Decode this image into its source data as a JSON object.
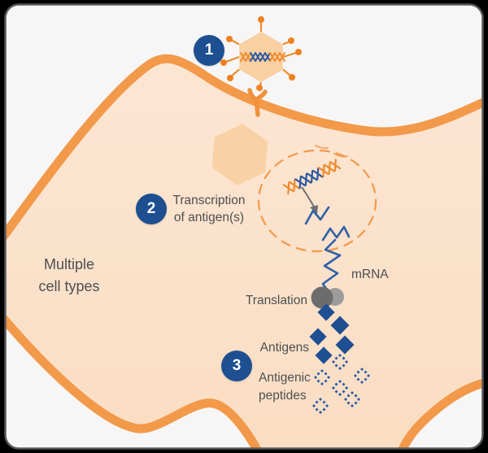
{
  "badges": {
    "step1": "1",
    "step2": "2",
    "step3": "3"
  },
  "labels": {
    "multiple_cell_types": "Multiple\ncell types",
    "transcription": "Transcription\nof antigen(s)",
    "mrna": "mRNA",
    "translation": "Translation",
    "antigens": "Antigens",
    "antigenic_peptides": "Antigenic\npeptides"
  },
  "colors": {
    "canvas": "#000000",
    "card_background": "#F6F6F7",
    "membrane_orange": "#F2994A",
    "cell_fill": "#FBE0C6",
    "capsid_fill": "#F8D0A2",
    "step_badge_blue": "#1D4F91",
    "antigen_blue": "#1E4F92",
    "rna_blue": "#3060A8",
    "dna_orange": "#EF8B2D",
    "ribosome_dark": "#6C6C6C",
    "ribosome_light": "#9C9C9C",
    "text_gray": "#4D4F52"
  },
  "icons": {
    "virus": "hexagon-capsid-with-spikes-and-dna",
    "receptor": "y-shaped-membrane-receptor",
    "empty_capsid": "faded-hexagon",
    "nucleus": "dashed-circle",
    "dna": "crosshatch-helix",
    "mrna": "zigzag-line",
    "ribosome": "two-gray-circles",
    "antigen": "solid-blue-diamond",
    "antigenic_peptide": "dotted-blue-diamond"
  }
}
